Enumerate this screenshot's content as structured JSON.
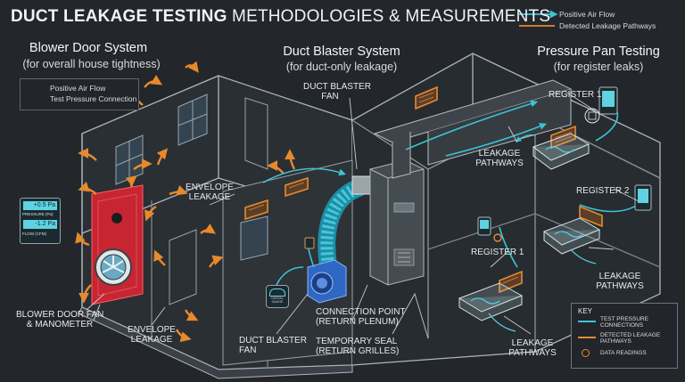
{
  "title": {
    "bold": "DUCT LEAKAGE TESTING",
    "rest": " METHODOLOGIES & MEASUREMENTS"
  },
  "top_legend": {
    "positive": "Positive Air Flow",
    "leakage": "Detected Leakage Pathways"
  },
  "left_legend": {
    "positive": "Positive Air Flow",
    "pressure": "Test Pressure Connection"
  },
  "sections": {
    "blower": {
      "title": "Blower Door System",
      "subtitle": "(for overall house tightness)"
    },
    "duct": {
      "title": "Duct Blaster System",
      "subtitle": "(for duct-only leakage)"
    },
    "pan": {
      "title": "Pressure Pan Testing",
      "subtitle": "(for register leaks)"
    }
  },
  "labels": {
    "duct_blaster_fan_top": [
      "DUCT BLASTER",
      "FAN"
    ],
    "envelope_leakage_upper": [
      "ENVELOPE",
      "LEAKAGE"
    ],
    "blower_door_fan": [
      "BLOWER DOOR FAN",
      "& MANOMETER"
    ],
    "envelope_leakage_lower": [
      "ENVELOPE",
      "LEAKAGE"
    ],
    "duct_blaster_fan_bottom": [
      "DUCT BLASTER",
      "FAN"
    ],
    "connection_point": [
      "CONNECTION POINT",
      "(RETURN PLENUM)"
    ],
    "temporary_seal": [
      "TEMPORARY SEAL",
      "(RETURN GRILLES)"
    ],
    "register_1_top": "REGISTER 1",
    "leakage_pathways_top": [
      "LEAKAGE",
      "PATHWAYS"
    ],
    "register_2": "REGISTER 2",
    "leakage_pathways_mid": [
      "LEAKAGE",
      "PATHWAYS"
    ],
    "register_1_bottom": "REGISTER 1",
    "leakage_pathways_bottom": [
      "LEAKAGE",
      "PATHWAYS"
    ]
  },
  "manometer": {
    "reading1": "+0.5 Pa",
    "label1": "PRESSURE (Pa)",
    "reading2": "-1.2 Pa",
    "label2": "FLOW (CFM)"
  },
  "gauge_text": {
    "small": "DIGITAL GAUGE"
  },
  "key": {
    "title": "KEY",
    "items": [
      {
        "label": "TEST PRESSURE CONNECTIONS",
        "color": "#3bc3d6"
      },
      {
        "label": "DETECTED LEAKAGE PATHWAYS",
        "color": "#e8892e"
      },
      {
        "label": "DATA READINGS",
        "color": "#e8892e"
      }
    ]
  },
  "colors": {
    "cyan": "#3bc3d6",
    "orange": "#e8892e",
    "red": "#d62b35",
    "line": "#b9c0c4"
  }
}
